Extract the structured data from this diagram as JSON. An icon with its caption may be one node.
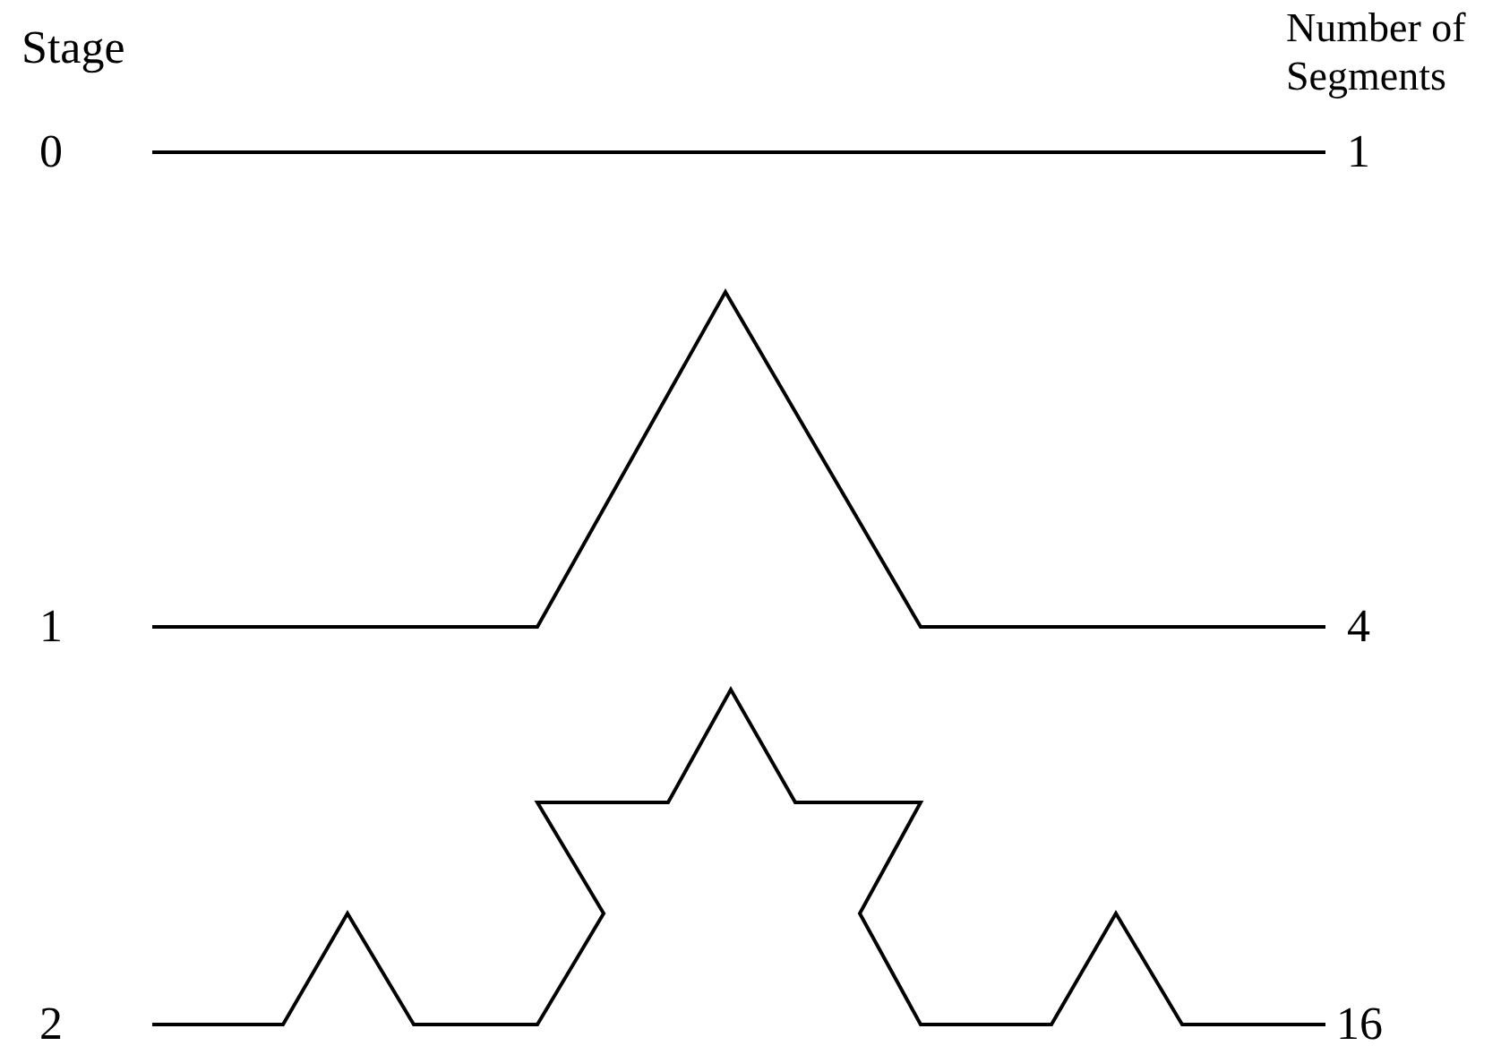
{
  "diagram": {
    "labels": [
      "Stage",
      "Number of Segments",
      "0",
      "1",
      "1",
      "4",
      "2",
      "16"
    ]
  }
}
